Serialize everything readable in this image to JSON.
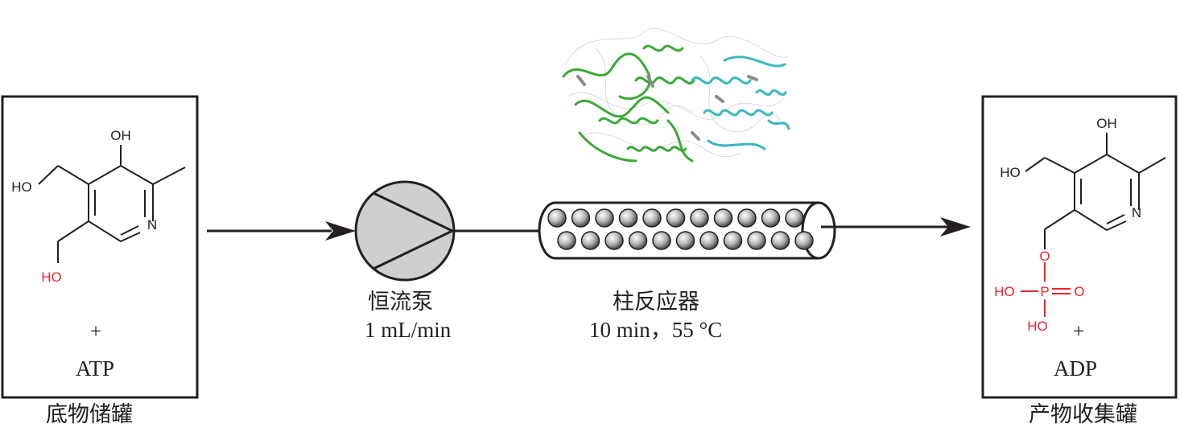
{
  "substrate": {
    "caption": "底物储罐",
    "atoms": {
      "oh_top": "OH",
      "ho_left": "HO",
      "ho_red": "HO",
      "n": "N"
    },
    "plus": "+",
    "cosubstrate": "ATP"
  },
  "pump": {
    "name": "恒流泵",
    "flow_rate": "1 mL/min"
  },
  "reactor": {
    "name": "柱反应器",
    "conditions": "10 min，55 °C"
  },
  "product": {
    "caption": "产物收集罐",
    "atoms": {
      "oh_top": "OH",
      "ho_left": "HO",
      "n": "N",
      "o_link": "O",
      "p": "P",
      "o_double": "O",
      "ho_p1": "HO",
      "ho_p2": "HO"
    },
    "plus": "+",
    "coproduct": "ADP"
  },
  "colors": {
    "ink": "#231f20",
    "highlight_red": "#e8262b",
    "enzyme_green": "#3aa935",
    "enzyme_cyan": "#3cb6c2",
    "pump_fill": "#cfcfcf"
  },
  "icons": [
    "pump-icon",
    "column-reactor-icon",
    "enzyme-structure-icon",
    "flow-arrow-icon"
  ]
}
